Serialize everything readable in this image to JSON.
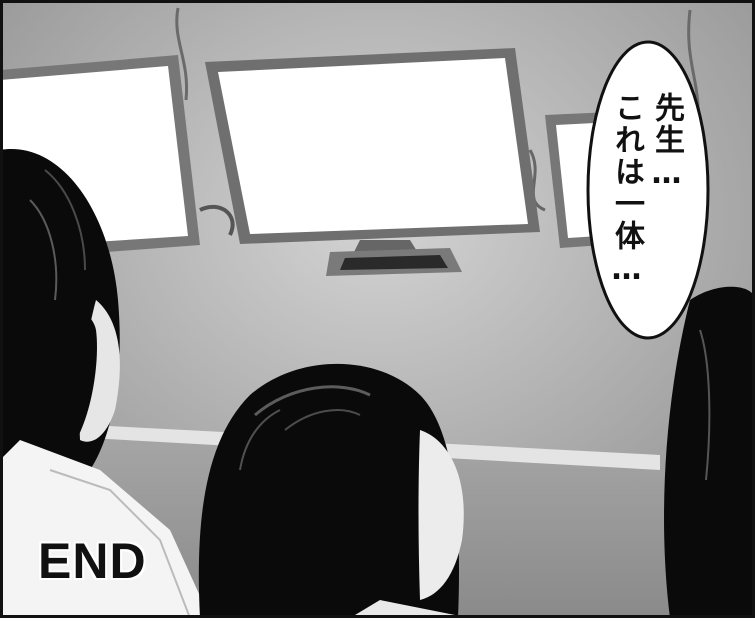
{
  "speech_bubble": {
    "line1": "先生…",
    "line2": "これは一体…"
  },
  "end_stamp": "END",
  "palette": {
    "wall": "#b8b8b8",
    "floor": "#9a9a9a",
    "screen": "#ffffff",
    "hair": "#0a0a0a",
    "ink": "#111111"
  }
}
